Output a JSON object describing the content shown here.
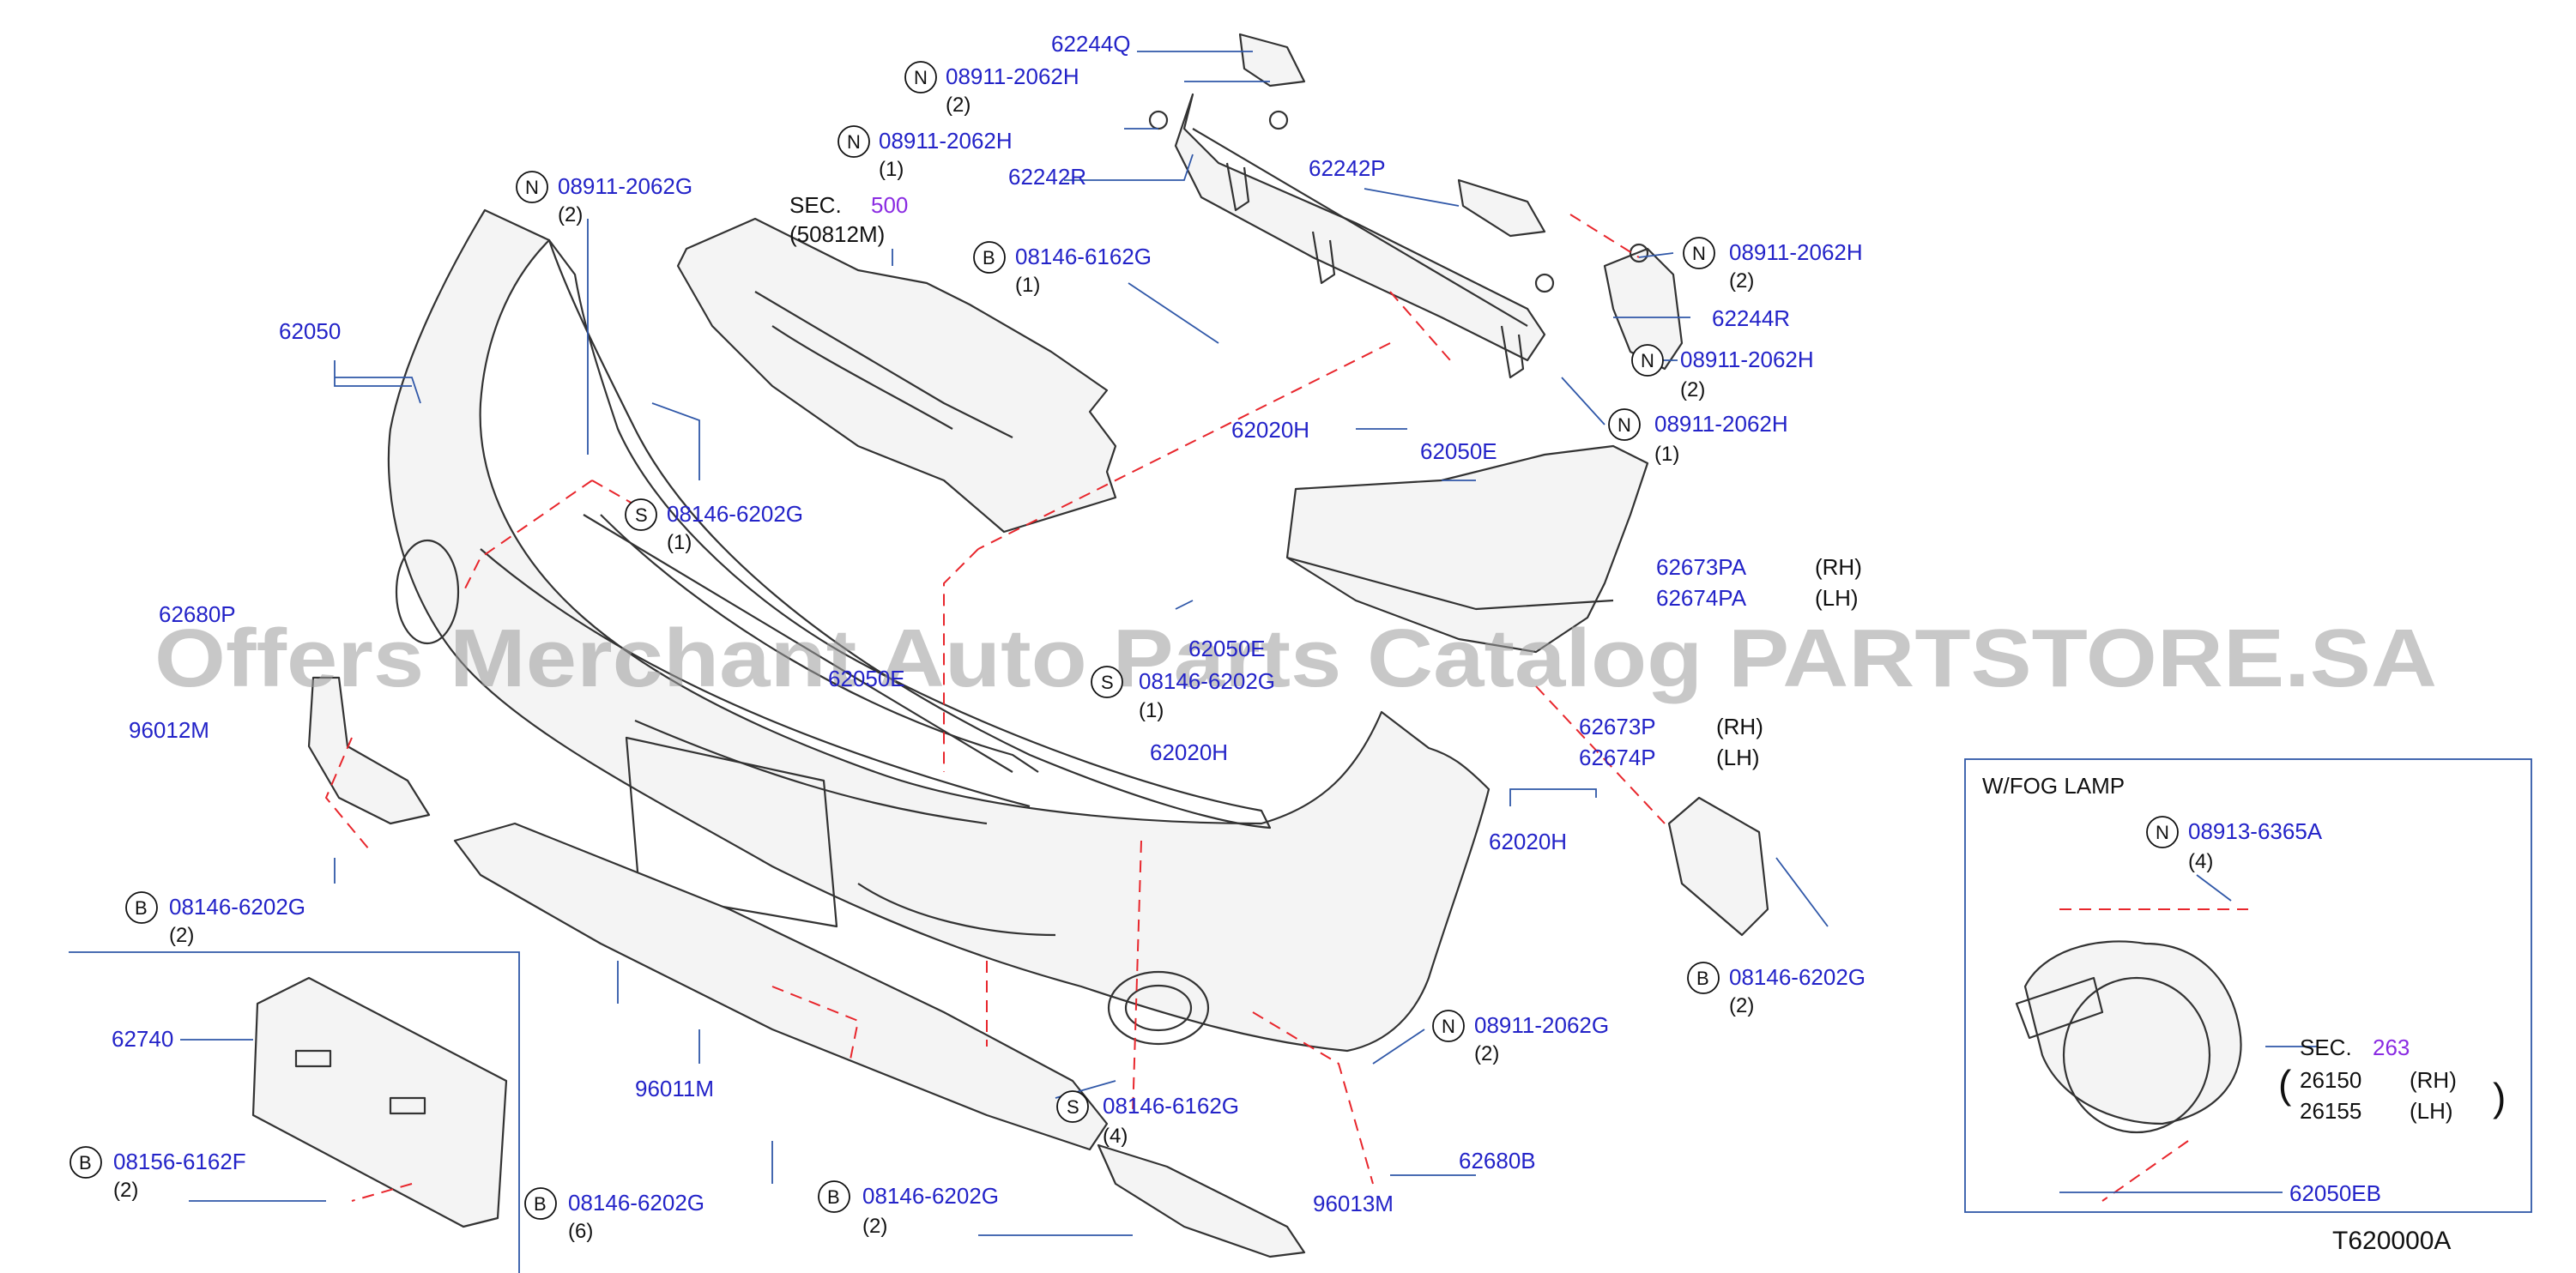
{
  "diagram": {
    "parts": [
      {
        "id": "p62244Q",
        "number": "62244Q"
      },
      {
        "id": "n1",
        "symbol": "N",
        "number": "08911-2062H",
        "qty": "(2)"
      },
      {
        "id": "n2",
        "symbol": "N",
        "number": "08911-2062H",
        "qty": "(1)"
      },
      {
        "id": "p62242R",
        "number": "62242R"
      },
      {
        "id": "p62242P",
        "number": "62242P"
      },
      {
        "id": "n3",
        "symbol": "N",
        "number": "08911-2062G",
        "qty": "(2)"
      },
      {
        "id": "sec500",
        "sec_label": "SEC.",
        "sec_number": "500",
        "sub": "(50812M)"
      },
      {
        "id": "b1",
        "symbol": "B",
        "number": "08146-6162G",
        "qty": "(1)"
      },
      {
        "id": "n4",
        "symbol": "N",
        "number": "08911-2062H",
        "qty": "(2)"
      },
      {
        "id": "p62244R",
        "number": "62244R"
      },
      {
        "id": "n5",
        "symbol": "N",
        "number": "08911-2062H",
        "qty": "(2)"
      },
      {
        "id": "n6",
        "symbol": "N",
        "number": "08911-2062H",
        "qty": "(1)"
      },
      {
        "id": "p62050",
        "number": "62050"
      },
      {
        "id": "p62020H_a",
        "number": "62020H"
      },
      {
        "id": "p62050E_a",
        "number": "62050E"
      },
      {
        "id": "s1",
        "symbol": "S",
        "number": "08146-6202G",
        "qty": "(1)"
      },
      {
        "id": "p62673PA",
        "number": "62673PA",
        "side": "(RH)"
      },
      {
        "id": "p62674PA",
        "number": "62674PA",
        "side": "(LH)"
      },
      {
        "id": "p62680P",
        "number": "62680P"
      },
      {
        "id": "p62050E_b",
        "number": "62050E"
      },
      {
        "id": "p62050E_c",
        "number": "62050E"
      },
      {
        "id": "s2",
        "symbol": "S",
        "number": "08146-6202G",
        "qty": "(1)"
      },
      {
        "id": "p96012M",
        "number": "96012M"
      },
      {
        "id": "p62020H_b",
        "number": "62020H"
      },
      {
        "id": "p62673P",
        "number": "62673P",
        "side": "(RH)"
      },
      {
        "id": "p62674P",
        "number": "62674P",
        "side": "(LH)"
      },
      {
        "id": "p62020H_c",
        "number": "62020H"
      },
      {
        "id": "b2",
        "symbol": "B",
        "number": "08146-6202G",
        "qty": "(2)"
      },
      {
        "id": "b3",
        "symbol": "B",
        "number": "08146-6202G",
        "qty": "(2)"
      },
      {
        "id": "p62740",
        "number": "62740"
      },
      {
        "id": "n7",
        "symbol": "N",
        "number": "08911-2062G",
        "qty": "(2)"
      },
      {
        "id": "p96011M",
        "number": "96011M"
      },
      {
        "id": "s3",
        "symbol": "S",
        "number": "08146-6162G"
      },
      {
        "id": "qty4",
        "qty": "(4)"
      },
      {
        "id": "b4",
        "symbol": "B",
        "number": "08156-6162F",
        "qty": "(2)"
      },
      {
        "id": "b5",
        "symbol": "B",
        "number": "08146-6202G",
        "qty": "(6)"
      },
      {
        "id": "b6",
        "symbol": "B",
        "number": "08146-6202G",
        "qty": "(2)"
      },
      {
        "id": "p62680B",
        "number": "62680B"
      },
      {
        "id": "p96013M",
        "number": "96013M"
      }
    ],
    "fog_box": {
      "title": "W/FOG   LAMP",
      "nut": {
        "symbol": "N",
        "number": "08913-6365A",
        "qty": "(4)"
      },
      "sec_label": "SEC.",
      "sec_number": "263",
      "rh_number": "26150",
      "rh_side": "(RH)",
      "lh_number": "26155",
      "lh_side": "(LH)",
      "bracket": "62050EB"
    },
    "reference": "T620000A",
    "watermark": "Offers Merchant Auto Parts Catalog PARTSTORE.SA"
  },
  "colors": {
    "part_number": "#2323c8",
    "section_link": "#8a2be2",
    "leader_line": "#2f57a8",
    "assembly_line": "#e8262c",
    "drawing": "#333333",
    "watermark": "#9a9a9a"
  }
}
